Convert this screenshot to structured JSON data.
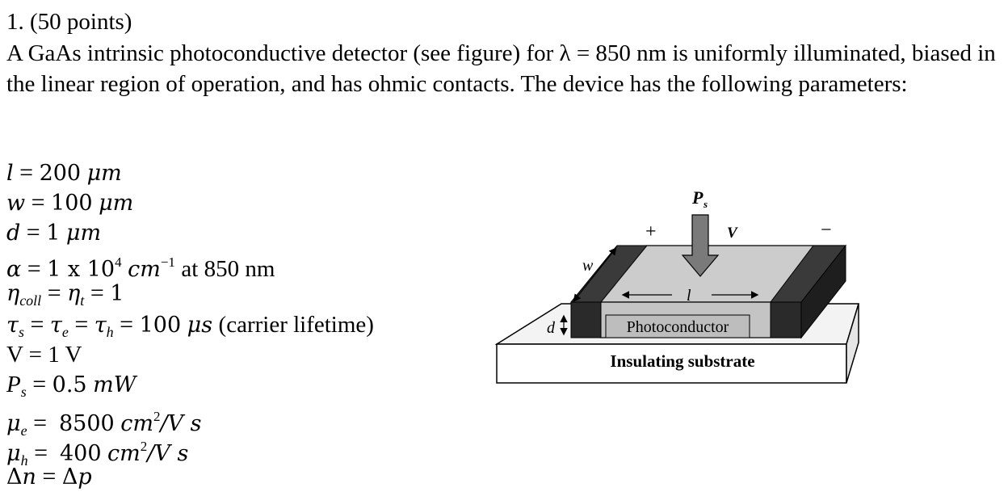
{
  "problem": {
    "title": "1. (50 points)",
    "statement": "A GaAs intrinsic photoconductive detector (see figure) for λ = 850 nm is uniformly illuminated, biased in the linear region of operation, and has ohmic contacts. The device has the following parameters:"
  },
  "parameters": {
    "l": {
      "value": "200",
      "unit": "μm"
    },
    "w": {
      "value": "100",
      "unit": "μm"
    },
    "d": {
      "value": "1",
      "unit": "μm"
    },
    "alpha": {
      "value": "1 x 10",
      "exp": "4",
      "unit": "cm",
      "unit_exp": "−1",
      "note": "at 850 nm"
    },
    "eta": {
      "value": "1"
    },
    "tau": {
      "value": "100",
      "unit": "μs",
      "note": "(carrier lifetime)"
    },
    "V": {
      "text": "V = 1 V"
    },
    "Ps": {
      "value": "0.5",
      "unit": "mW"
    },
    "mu_e": {
      "value": "8500",
      "unit": "cm",
      "unit_exp": "2",
      "unit_tail": "/V s"
    },
    "mu_h": {
      "value": "400",
      "unit": "cm",
      "unit_exp": "2",
      "unit_tail": "/V s"
    }
  },
  "figure": {
    "power_label": "P",
    "power_sub": "s",
    "plus": "+",
    "voltage": "V",
    "minus": "−",
    "w_label": "w",
    "l_label": "l",
    "d_label": "d",
    "photoconductor": "Photoconductor",
    "substrate": "Insulating substrate"
  }
}
